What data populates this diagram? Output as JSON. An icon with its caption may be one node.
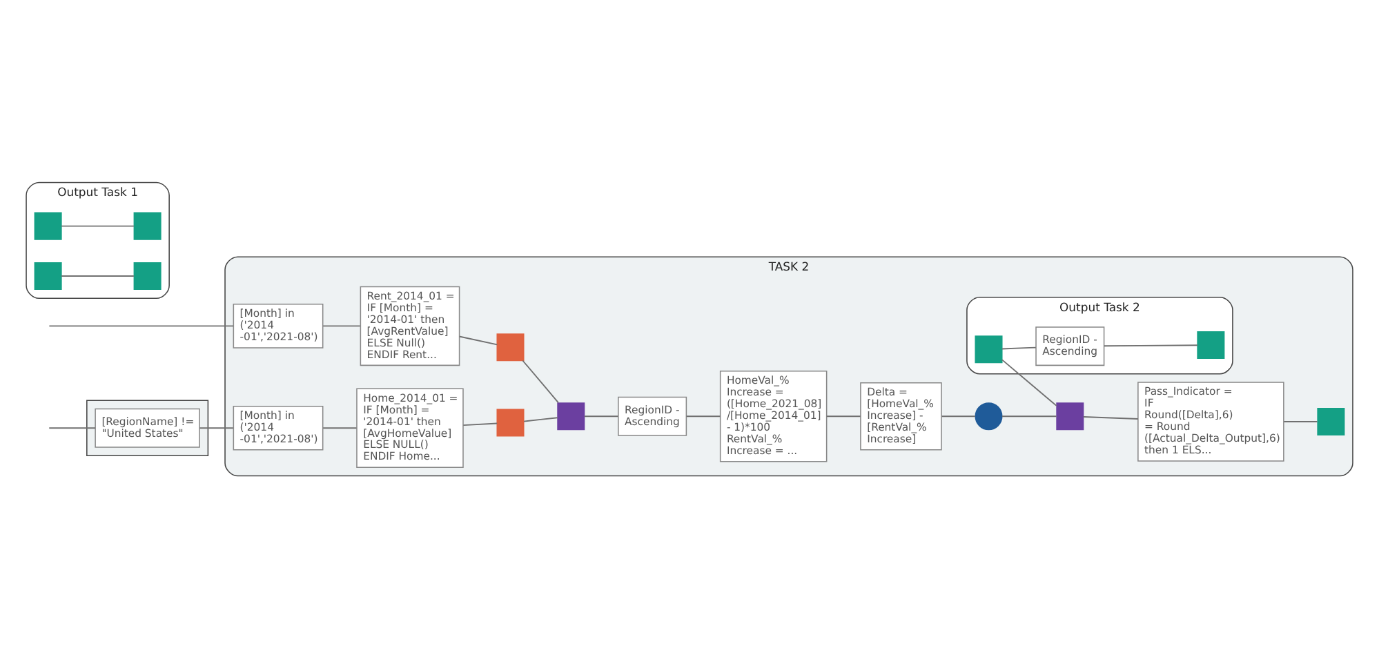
{
  "diagram": {
    "nodes": [
      {
        "text": [],
        "shape": "box"
      },
      {
        "text": [
          "[RegionName] != \"United States\""
        ],
        "in": 0
      },
      {
        "text": [
          "Output Task 1"
        ]
      },
      {
        "text": [],
        "shape": "box",
        "in": 2
      },
      {
        "text": [],
        "shape": "box",
        "in": 2
      },
      {
        "text": [],
        "shape": "box",
        "in": 2
      },
      {
        "text": [],
        "shape": "box",
        "in": 2
      },
      {
        "text": [
          "TASK 2"
        ]
      },
      {
        "text": [
          "[Month] in ('2014 -01','2021-08')"
        ],
        "in": 7
      },
      {
        "text": [
          "[Month] in ('2014 -01','2021-08')"
        ],
        "in": 7
      },
      {
        "text": [
          "Home_2014_01 = IF [Month] = '2014-01' then [AvgHomeValue] ELSE NULL() ENDIF Home..."
        ],
        "in": 7
      },
      {
        "text": [
          "Rent_2014_01 = IF [Month] = '2014-01' then [AvgRentValue] ELSE Null() ENDIF Rent..."
        ],
        "in": 7
      },
      {
        "text": [],
        "shape": "box",
        "in": 7
      },
      {
        "text": [],
        "shape": "box",
        "in": 7
      },
      {
        "text": [],
        "shape": "box",
        "in": 7
      },
      {
        "text": [
          "RegionID - Ascending"
        ],
        "in": 7
      },
      {
        "text": [
          "HomeVal_% Increase = ([Home_2021_08] /[Home_2014_01] - 1)*100 RentVal_% Increase = ..."
        ],
        "in": 7
      },
      {
        "text": [
          "Delta = [HomeVal_% Increase] - [RentVal_% Increase]"
        ],
        "in": 7
      },
      {
        "text": [],
        "shape": "circle",
        "in": 7
      },
      {
        "text": [
          "Output Task 2"
        ],
        "in": 7
      },
      {
        "text": [],
        "shape": "box",
        "in": 19
      },
      {
        "text": [
          "RegionID - Ascending"
        ],
        "in": 19
      },
      {
        "text": [],
        "shape": "box",
        "in": 19
      },
      {
        "text": [],
        "shape": "box",
        "in": 7
      },
      {
        "text": [
          "Pass_Indicator = IF Round([Delta],6) = Round ([Actual_Delta_Output],6) then 1 ELS..."
        ],
        "in": 7
      },
      {
        "text": [],
        "shape": "box",
        "in": 7
      }
    ],
    "edges": [
      {
        "from": null,
        "to": 1,
        "arrow": "none"
      },
      {
        "from": 3,
        "to": 4,
        "arrow": "none"
      },
      {
        "from": 5,
        "to": 6,
        "arrow": "none"
      },
      {
        "from": 1,
        "to": 8,
        "arrow": "none"
      },
      {
        "from": null,
        "to": 9,
        "arrow": "none"
      },
      {
        "from": 8,
        "to": 10,
        "arrow": "none"
      },
      {
        "from": 9,
        "to": 11,
        "arrow": "none"
      },
      {
        "from": 10,
        "to": 12,
        "arrow": "none"
      },
      {
        "from": 11,
        "to": 13,
        "arrow": "none"
      },
      {
        "from": 12,
        "to": 14,
        "arrow": "none"
      },
      {
        "from": 13,
        "to": 14,
        "arrow": "none"
      },
      {
        "from": 14,
        "to": 15,
        "arrow": "none"
      },
      {
        "from": 15,
        "to": 16,
        "arrow": "none"
      },
      {
        "from": 16,
        "to": 17,
        "arrow": "none"
      },
      {
        "from": 17,
        "to": 18,
        "arrow": "none"
      },
      {
        "from": 20,
        "to": 21,
        "arrow": "none"
      },
      {
        "from": 21,
        "to": 22,
        "arrow": "none"
      },
      {
        "from": 18,
        "to": 23,
        "arrow": "none"
      },
      {
        "from": 20,
        "to": 23,
        "arrow": "none"
      },
      {
        "from": 23,
        "to": 24,
        "arrow": "none"
      },
      {
        "from": 24,
        "to": 25,
        "arrow": "none"
      }
    ]
  }
}
